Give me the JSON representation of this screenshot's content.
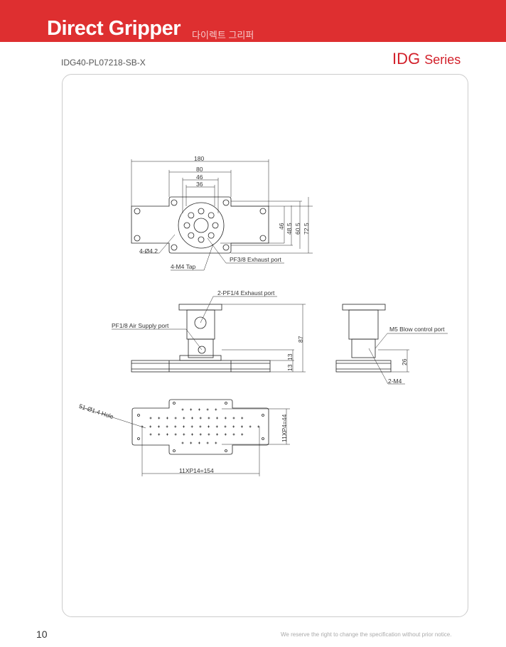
{
  "header": {
    "title": "Direct Gripper",
    "subtitle_ko": "다이렉트 그리퍼",
    "model": "IDG40-PL07218-SB-X",
    "series_prefix": "IDG",
    "series_suffix": "Series"
  },
  "top_view": {
    "dims": {
      "d180": "180",
      "d80": "80",
      "d46": "46",
      "d36": "36",
      "v46": "46",
      "v48_5": "48.5",
      "v60_5": "60.5",
      "v72_5": "72.5"
    },
    "labels": {
      "hole": "4-Ø4.2",
      "tap": "4-M4 Tap",
      "exhaust": "PF3/8 Exhaust port"
    }
  },
  "side_view": {
    "labels": {
      "exhaust": "2-PF1/4 Exhaust port",
      "supply": "PF1/8 Air Supply port"
    },
    "dims": {
      "d87": "87",
      "d13a": "13",
      "d13b": "13"
    }
  },
  "end_view": {
    "labels": {
      "blow": "M5 Blow control port",
      "m4": "2-M4"
    },
    "dims": {
      "d26": "26"
    }
  },
  "bottom_view": {
    "labels": {
      "holes": "51-Ø1.4 Hole"
    },
    "dims": {
      "h": "11XP14=154",
      "v": "11XP4=44"
    }
  },
  "footer": {
    "page": "10",
    "notice": "We reserve the right to change the specification without prior notice."
  },
  "colors": {
    "brand": "#de2f30",
    "series": "#d2202a"
  }
}
